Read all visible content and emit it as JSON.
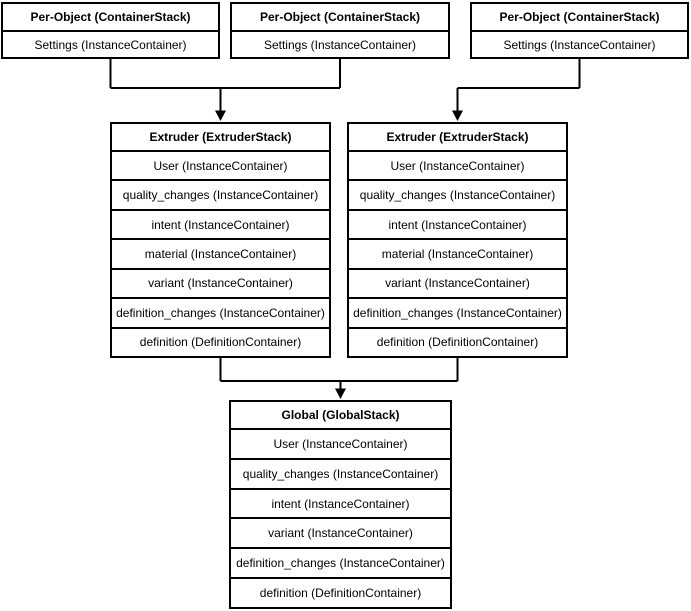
{
  "colors": {
    "border": "#000000",
    "line": "#000000",
    "background": "#ffffff",
    "text": "#000000"
  },
  "diagram": {
    "per_object_1": {
      "title": "Per-Object (ContainerStack)",
      "rows": [
        "Settings (InstanceContainer)"
      ]
    },
    "per_object_2": {
      "title": "Per-Object (ContainerStack)",
      "rows": [
        "Settings (InstanceContainer)"
      ]
    },
    "per_object_3": {
      "title": "Per-Object (ContainerStack)",
      "rows": [
        "Settings (InstanceContainer)"
      ]
    },
    "extruder_left": {
      "title": "Extruder (ExtruderStack)",
      "rows": [
        "User (InstanceContainer)",
        "quality_changes (InstanceContainer)",
        "intent (InstanceContainer)",
        "material (InstanceContainer)",
        "variant (InstanceContainer)",
        "definition_changes (InstanceContainer)",
        "definition (DefinitionContainer)"
      ]
    },
    "extruder_right": {
      "title": "Extruder (ExtruderStack)",
      "rows": [
        "User (InstanceContainer)",
        "quality_changes (InstanceContainer)",
        "intent (InstanceContainer)",
        "material (InstanceContainer)",
        "variant (InstanceContainer)",
        "definition_changes (InstanceContainer)",
        "definition (DefinitionContainer)"
      ]
    },
    "global": {
      "title": "Global (GlobalStack)",
      "rows": [
        "User (InstanceContainer)",
        "quality_changes (InstanceContainer)",
        "intent (InstanceContainer)",
        "variant (InstanceContainer)",
        "definition_changes (InstanceContainer)",
        "definition (DefinitionContainer)"
      ]
    }
  }
}
